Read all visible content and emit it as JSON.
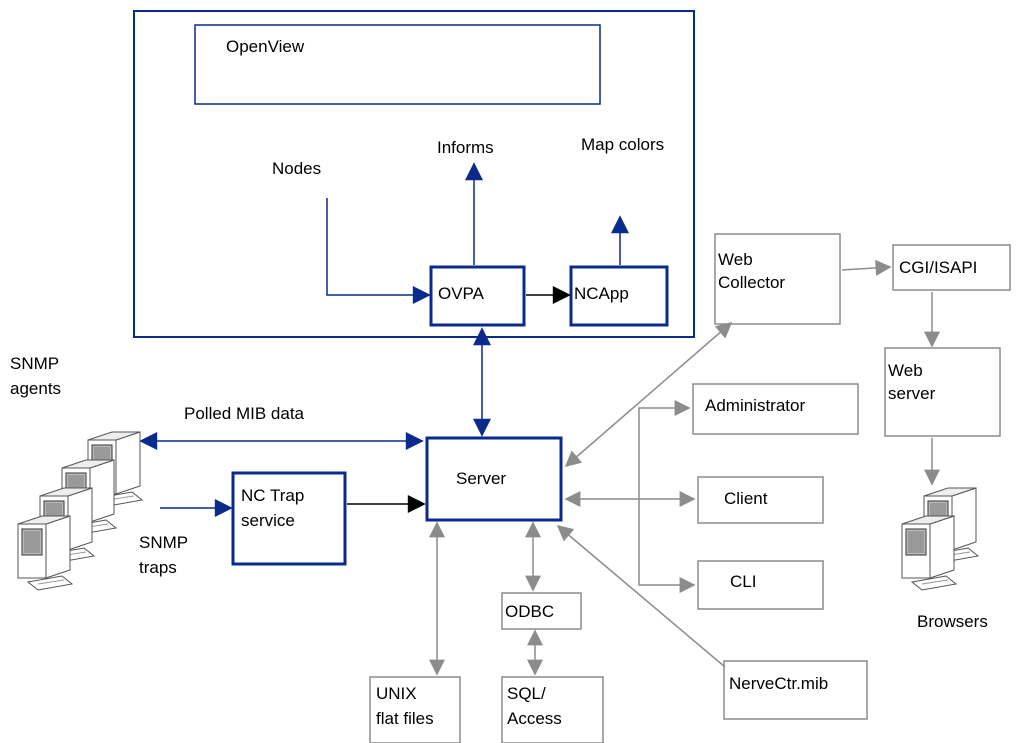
{
  "colors": {
    "blue": "#0a2a8c",
    "gray": "#8c8c8c",
    "black": "#000000"
  },
  "labels": {
    "openview": "OpenView",
    "informs": "Informs",
    "map_colors": "Map colors",
    "nodes": "Nodes",
    "ovpa": "OVPA",
    "ncapp": "NCApp",
    "snmp_agents_1": "SNMP",
    "snmp_agents_2": "agents",
    "polled_mib": "Polled MIB data",
    "nc_trap_1": "NC Trap",
    "nc_trap_2": "service",
    "snmp_traps_1": "SNMP",
    "snmp_traps_2": "traps",
    "server": "Server",
    "web_collector_1": "Web",
    "web_collector_2": "Collector",
    "cgi_isapi": "CGI/ISAPI",
    "web_server_1": "Web",
    "web_server_2": "server",
    "administrator": "Administrator",
    "client": "Client",
    "cli": "CLI",
    "odbc": "ODBC",
    "unix_1": "UNIX",
    "unix_2": "flat files",
    "sql_1": "SQL/",
    "sql_2": "Access",
    "nervectr": "NerveCtr.mib",
    "browsers": "Browsers"
  },
  "icons": {
    "agents": "computer-cluster-icon",
    "browsers": "computer-pair-icon"
  }
}
